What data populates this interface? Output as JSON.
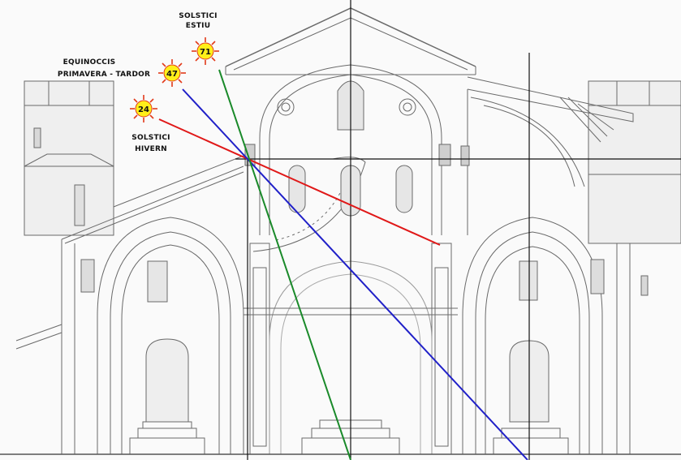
{
  "labels": {
    "summer_1": "SOLSTICI",
    "summer_2": "ESTIU",
    "equinox_1": "EQUINOCCIS",
    "equinox_2": "PRIMAVERA - TARDOR",
    "winter_1": "SOLSTICI",
    "winter_2": "HIVERN"
  },
  "suns": {
    "summer": "71",
    "equinox": "47",
    "winter": "24"
  },
  "colors": {
    "summer_ray": "#1a8a2a",
    "equinox_ray": "#2020c8",
    "winter_ray": "#e01818",
    "sun_fill": "#ffef1a",
    "sun_rays": "#e23a1a",
    "drawing": "#6a6a6a",
    "guides": "#111111"
  }
}
